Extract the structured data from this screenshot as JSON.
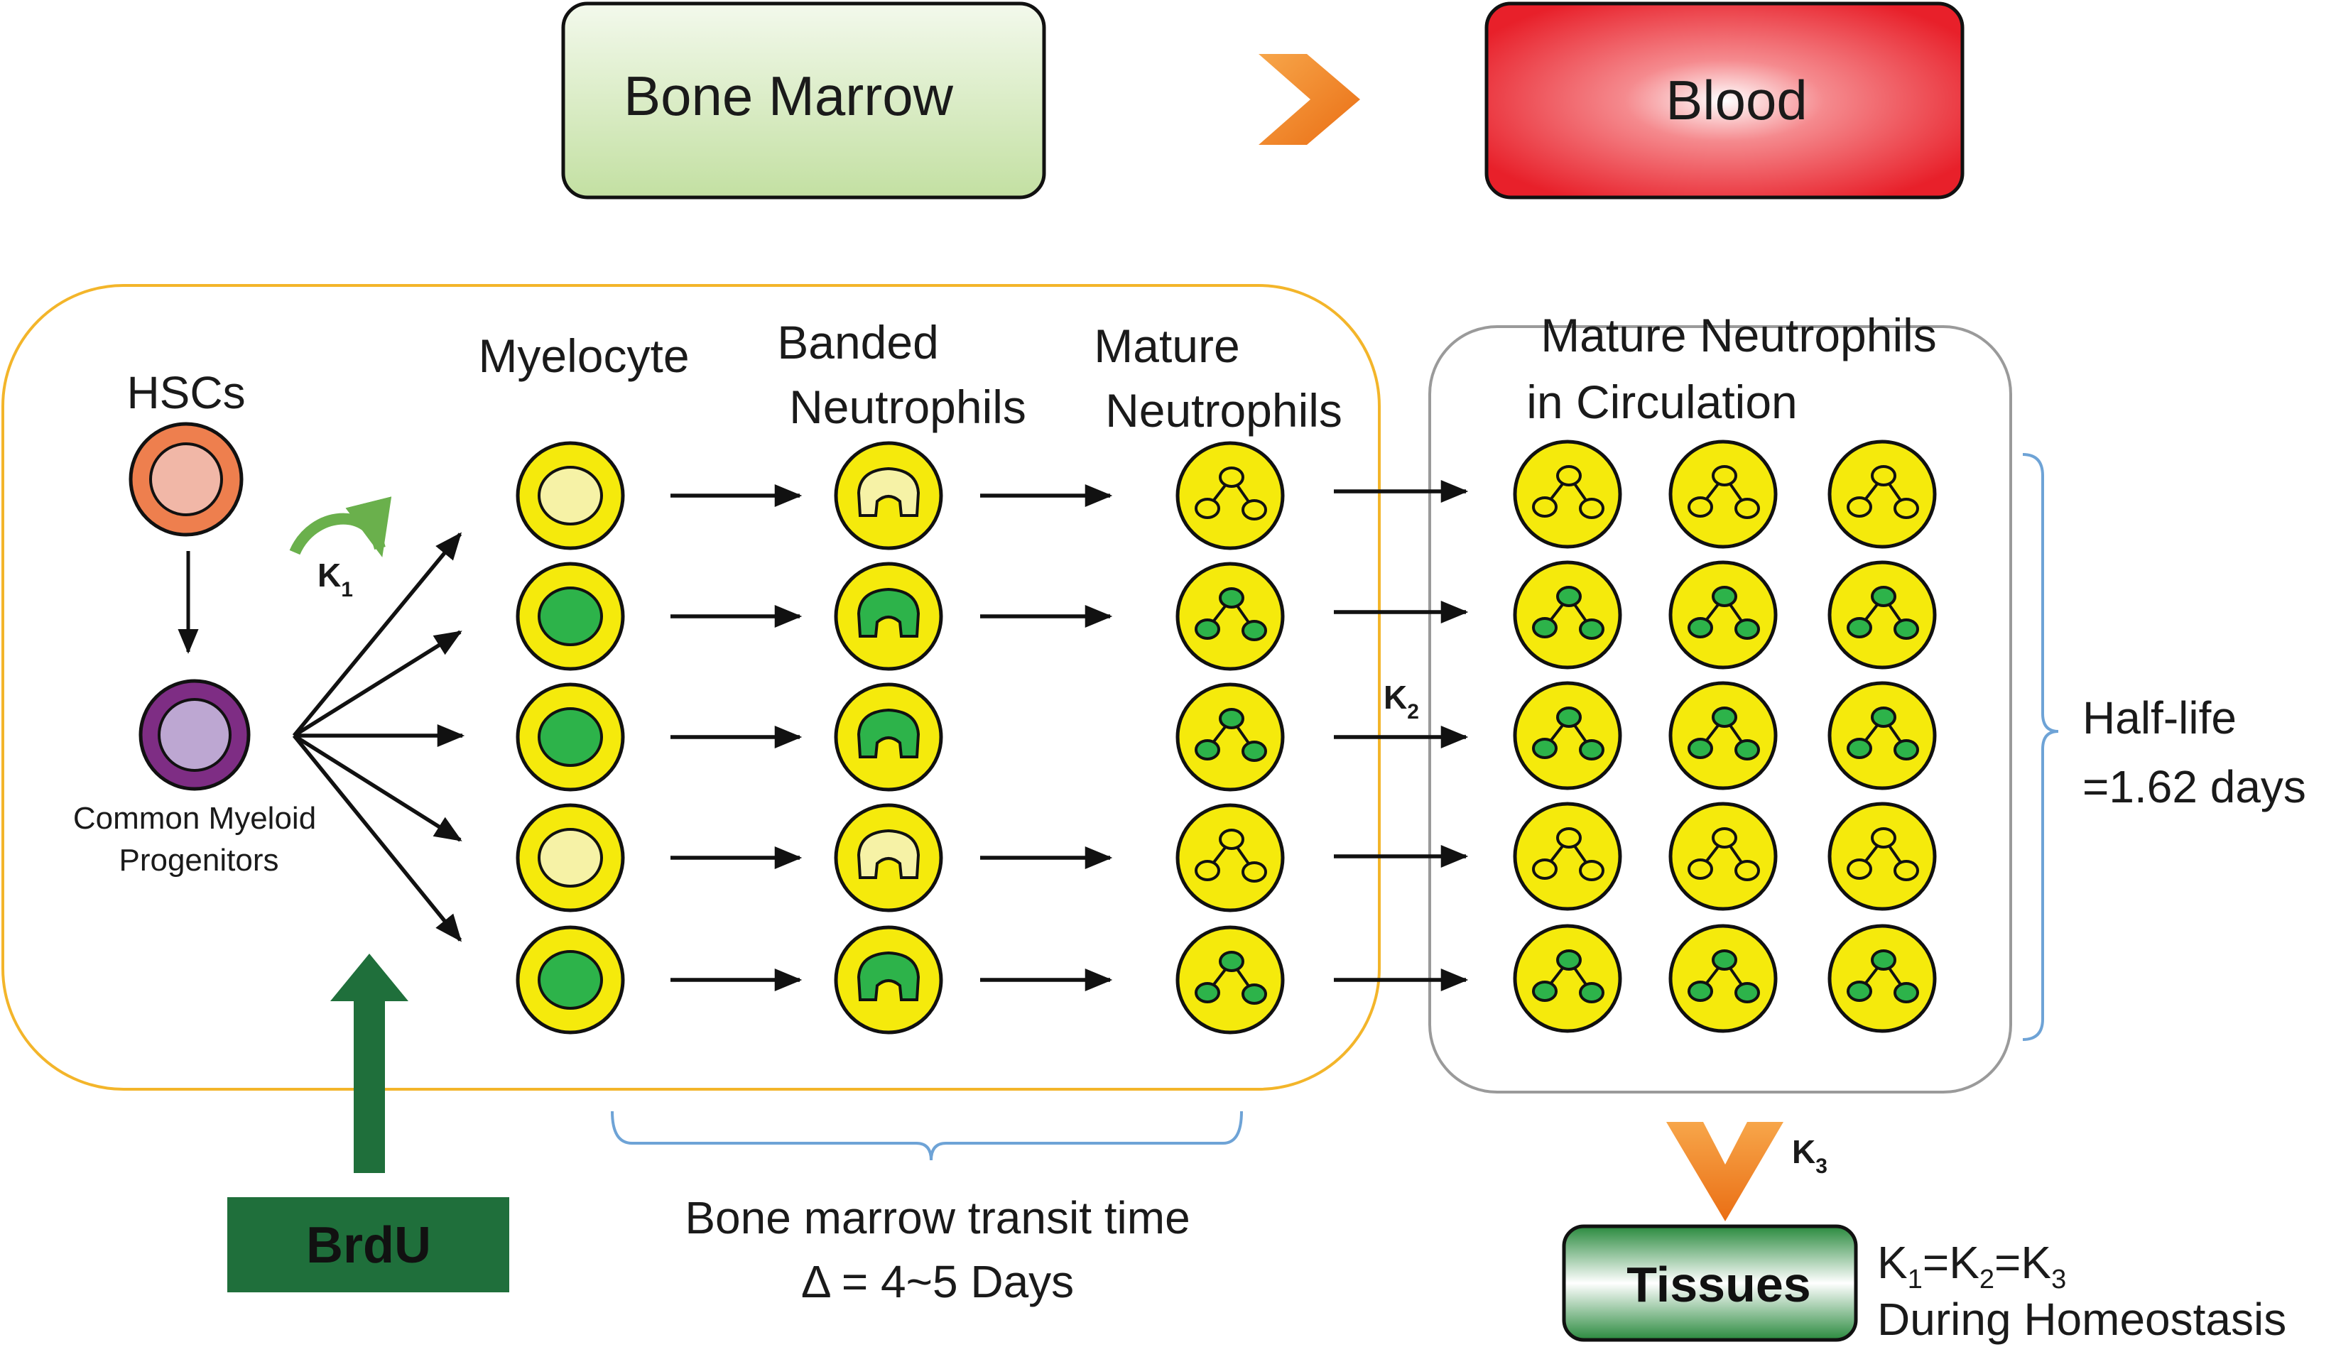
{
  "header": {
    "bone_marrow": "Bone Marrow",
    "blood": "Blood"
  },
  "labels": {
    "hscs": "HSCs",
    "cmp_line1": "Common Myeloid",
    "cmp_line2": "Progenitors",
    "k1_main": "K",
    "k1_sub": "1",
    "k2_main": "K",
    "k2_sub": "2",
    "k3_main": "K",
    "k3_sub": "3",
    "myelocyte": "Myelocyte",
    "banded_line1": "Banded",
    "banded_line2": "Neutrophils",
    "mature_line1": "Mature",
    "mature_line2": "Neutrophils",
    "circ_line1": "Mature Neutrophils",
    "circ_line2": "in Circulation",
    "halflife_line1": "Half-life",
    "halflife_line2": "=1.62 days",
    "transit_line1": "Bone marrow transit time",
    "transit_line2": "Δ = 4~5 Days",
    "brdu": "BrdU",
    "tissues": "Tissues",
    "homeostasis_eq_k": "K",
    "homeostasis_eq_1": "1",
    "homeostasis_eq_eq": "=K",
    "homeostasis_eq_2": "2",
    "homeostasis_eq_3": "3",
    "homeostasis_line2": "During Homeostasis"
  },
  "colors": {
    "cell_yellow": "#f5ea0c",
    "nucleus_green": "#2db34a",
    "nucleus_pale": "#f6f2a6",
    "hsc_outer": "#ee7f4e",
    "hsc_inner": "#f1b7a7",
    "cmp_outer": "#7e2d84",
    "cmp_inner": "#bda7d2",
    "marrow_border": "#f3b52a",
    "circulation_border": "#9a9a9a",
    "bracket_blue": "#6ea3d6",
    "brdu_green": "#1f6f3b",
    "k1_arrow_green": "#6ab04c",
    "orange_chevron": "#f08a27",
    "blood_red": "#e8202a"
  },
  "rows_labeled": [
    "unlabeled",
    "labeled",
    "labeled",
    "unlabeled",
    "labeled"
  ]
}
